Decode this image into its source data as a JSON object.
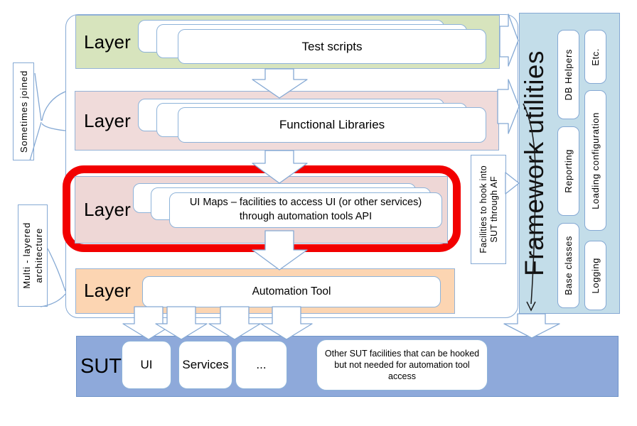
{
  "left_callouts": {
    "sometimes_joined": "Sometimes joined",
    "multi_layered_line1": "Multi - layered",
    "multi_layered_line2": "architecture"
  },
  "layers": [
    {
      "label": "Layer",
      "box": "Test scripts"
    },
    {
      "label": "Layer",
      "box": "Functional Libraries"
    },
    {
      "label": "Layer",
      "box_line1": "UI Maps – facilities to access UI (or other services)",
      "box_line2": "through automation tools API"
    },
    {
      "label": "Layer",
      "box": "Automation Tool"
    }
  ],
  "facilities_callout": {
    "line1": "Facilities to hook into",
    "line2": "SUT through AF"
  },
  "framework": {
    "title": "Framework utilities",
    "boxes": [
      "DB Helpers",
      "Etc.",
      "Reporting",
      "Loading configuration",
      "Base classes",
      "Logging"
    ]
  },
  "sut": {
    "label": "SUT",
    "boxes": [
      "UI",
      "Services",
      "..."
    ],
    "other": "Other SUT facilities that can be hooked but not needed for automation tool access"
  },
  "colors": {
    "green_layer": "#d7e4bd",
    "pink_layer": "#f0dbda",
    "pink_layer_highlighted": "#eed7d6",
    "orange_layer": "#fcd5b2",
    "framework_panel": "#c3dde9",
    "sut_bar": "#8ea9da",
    "diagram_blue": "#85a9d4",
    "highlight_red": "#f20000"
  }
}
